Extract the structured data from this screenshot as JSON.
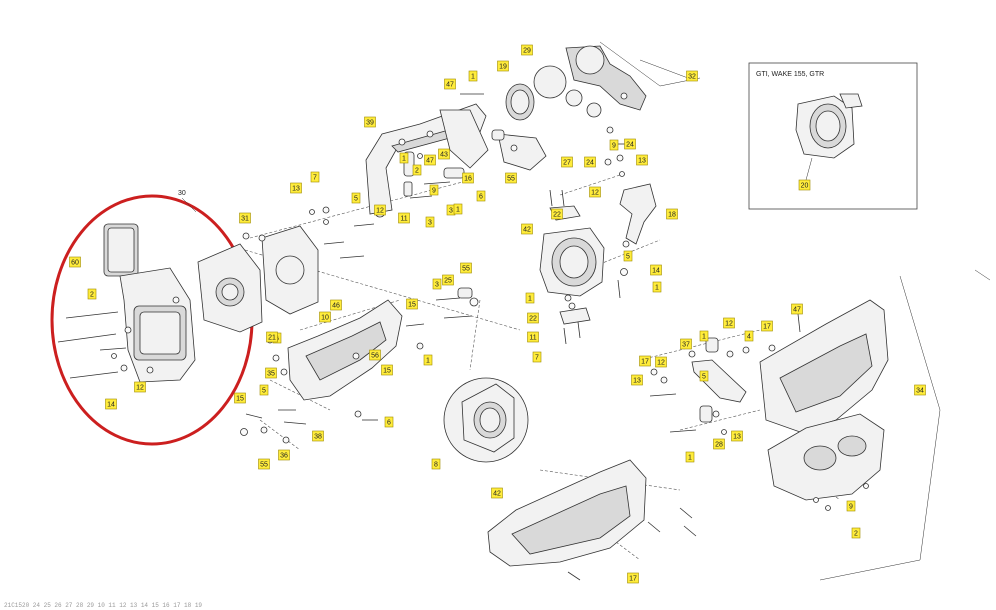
{
  "inset": {
    "title": "GTI, WAKE 155, GTR",
    "callout": "20"
  },
  "footer": {
    "code": "21C1520 24 25 26 27 28 29 10 11 12 13 14 15 16 17 18 19"
  },
  "plain_labels": {
    "top_left": "30"
  },
  "callouts": [
    "29",
    "19",
    "32",
    "47",
    "1",
    "39",
    "1",
    "2",
    "47",
    "43",
    "9",
    "27",
    "55",
    "16",
    "6",
    "3",
    "3",
    "1",
    "13",
    "7",
    "42",
    "5",
    "12",
    "11",
    "12",
    "22",
    "9",
    "18",
    "31",
    "6",
    "3",
    "15",
    "25",
    "55",
    "1",
    "24",
    "13",
    "24",
    "5",
    "14",
    "1",
    "60",
    "2",
    "12",
    "14",
    "46",
    "10",
    "15",
    "22",
    "11",
    "7",
    "1",
    "35",
    "21",
    "56",
    "5",
    "15",
    "6",
    "36",
    "55",
    "38",
    "8",
    "37",
    "13",
    "17",
    "12",
    "1",
    "4",
    "47",
    "17",
    "5",
    "12",
    "34",
    "13",
    "28",
    "1",
    "42",
    "17",
    "9",
    "2"
  ],
  "highlight": {
    "color": "#cc1f1f"
  }
}
